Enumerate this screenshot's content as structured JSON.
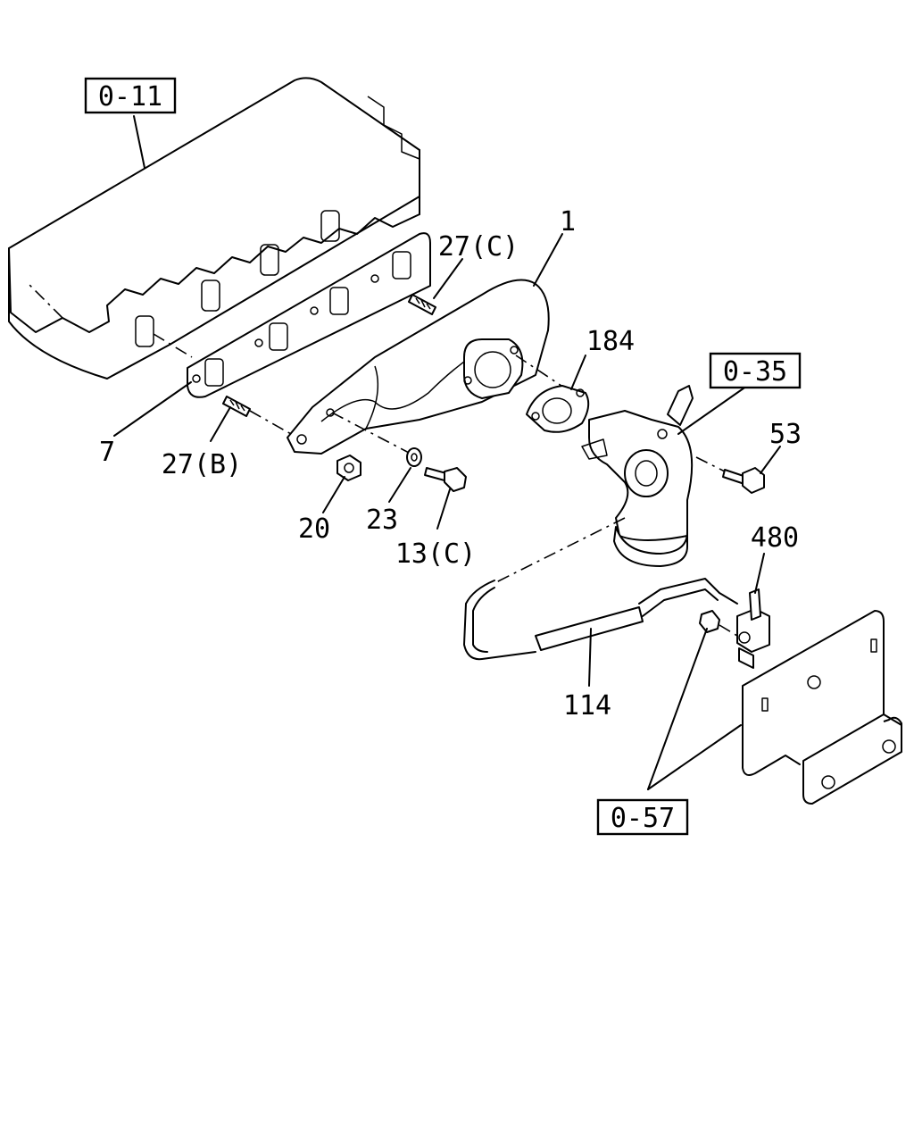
{
  "refs": {
    "cylinder_head": "0-11",
    "pipe_ref": "0-35",
    "bracket_ref": "0-57"
  },
  "labels": {
    "manifold": "1",
    "gasket": "7",
    "stud_b": "27(B)",
    "stud_c": "27(C)",
    "gasket_184": "184",
    "bolt_53": "53",
    "nut": "20",
    "washer": "23",
    "bolt_13c": "13(C)",
    "valve_480": "480",
    "hose_114": "114"
  }
}
